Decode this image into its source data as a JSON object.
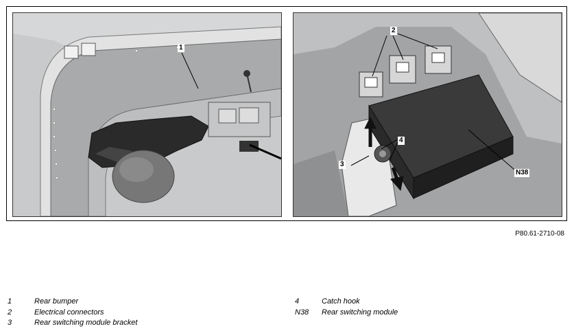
{
  "figure": {
    "reference_code": "P80.61-2710-08",
    "callouts": {
      "left": [
        "1"
      ],
      "right": [
        "2",
        "3",
        "4",
        "N38"
      ]
    }
  },
  "legend": {
    "left": [
      {
        "key": "1",
        "desc": "Rear bumper"
      },
      {
        "key": "2",
        "desc": "Electrical connectors"
      },
      {
        "key": "3",
        "desc": "Rear switching module bracket"
      }
    ],
    "right": [
      {
        "key": "4",
        "desc": "Catch hook"
      },
      {
        "key": "N38",
        "desc": "Rear switching module"
      }
    ]
  }
}
